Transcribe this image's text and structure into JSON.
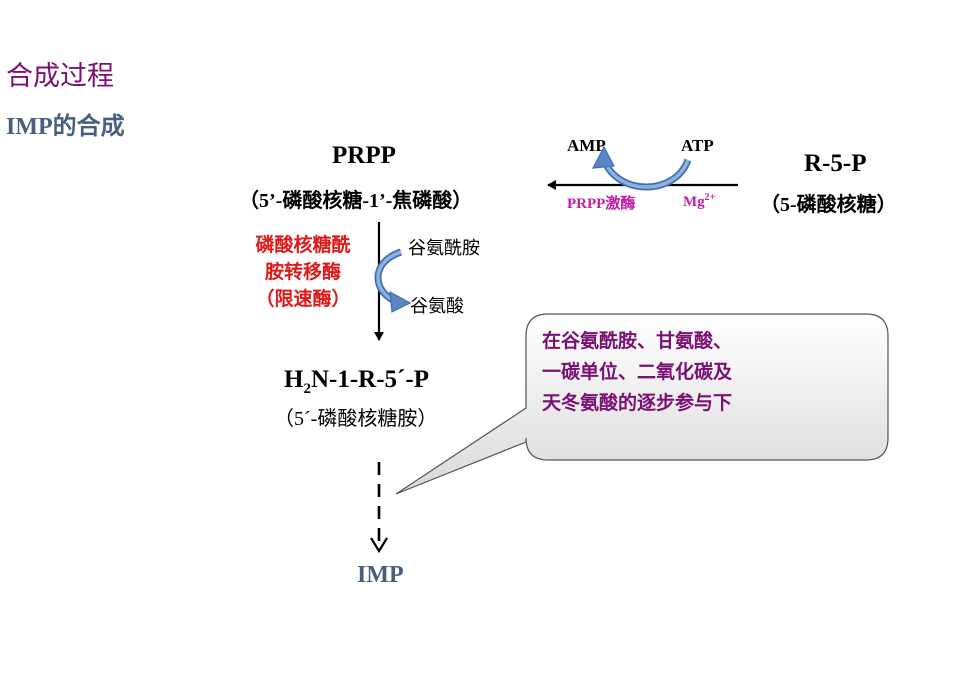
{
  "heading": {
    "title": "合成过程",
    "subtitle": "IMP的合成"
  },
  "prpp": {
    "name": "PRPP",
    "full_name": "（5’-磷酸核糖-1’-焦磷酸）"
  },
  "r5p": {
    "name": "R-5-P",
    "full_name": "（5-磷酸核糖）"
  },
  "kinase_step": {
    "consumed": "ATP",
    "released": "AMP",
    "enzyme": "PRPP激酶",
    "cofactor": "Mg",
    "cofactor_charge": "2+"
  },
  "transfer_step": {
    "enzyme_lines": [
      "磷酸核糖酰",
      "胺转移酶",
      "（限速酶）"
    ],
    "consumed": "谷氨酰胺",
    "released": "谷氨酸"
  },
  "amine": {
    "name_prefix": "H",
    "name_subscript": "2",
    "name_suffix": "N-1-R-5´-P",
    "full_name": "（5´-磷酸核糖胺）"
  },
  "callout": {
    "lines": [
      "在谷氨酰胺、甘氨酸、",
      "一碳单位、二氧化碳及",
      "天冬氨酸的逐步参与下"
    ]
  },
  "product": "IMP",
  "colors": {
    "heading": "#7b1074",
    "subheading": "#46607e",
    "enzyme_red": "#e01a1a",
    "magenta": "#c21ea4",
    "arrow_blue": "#5b86c4"
  }
}
